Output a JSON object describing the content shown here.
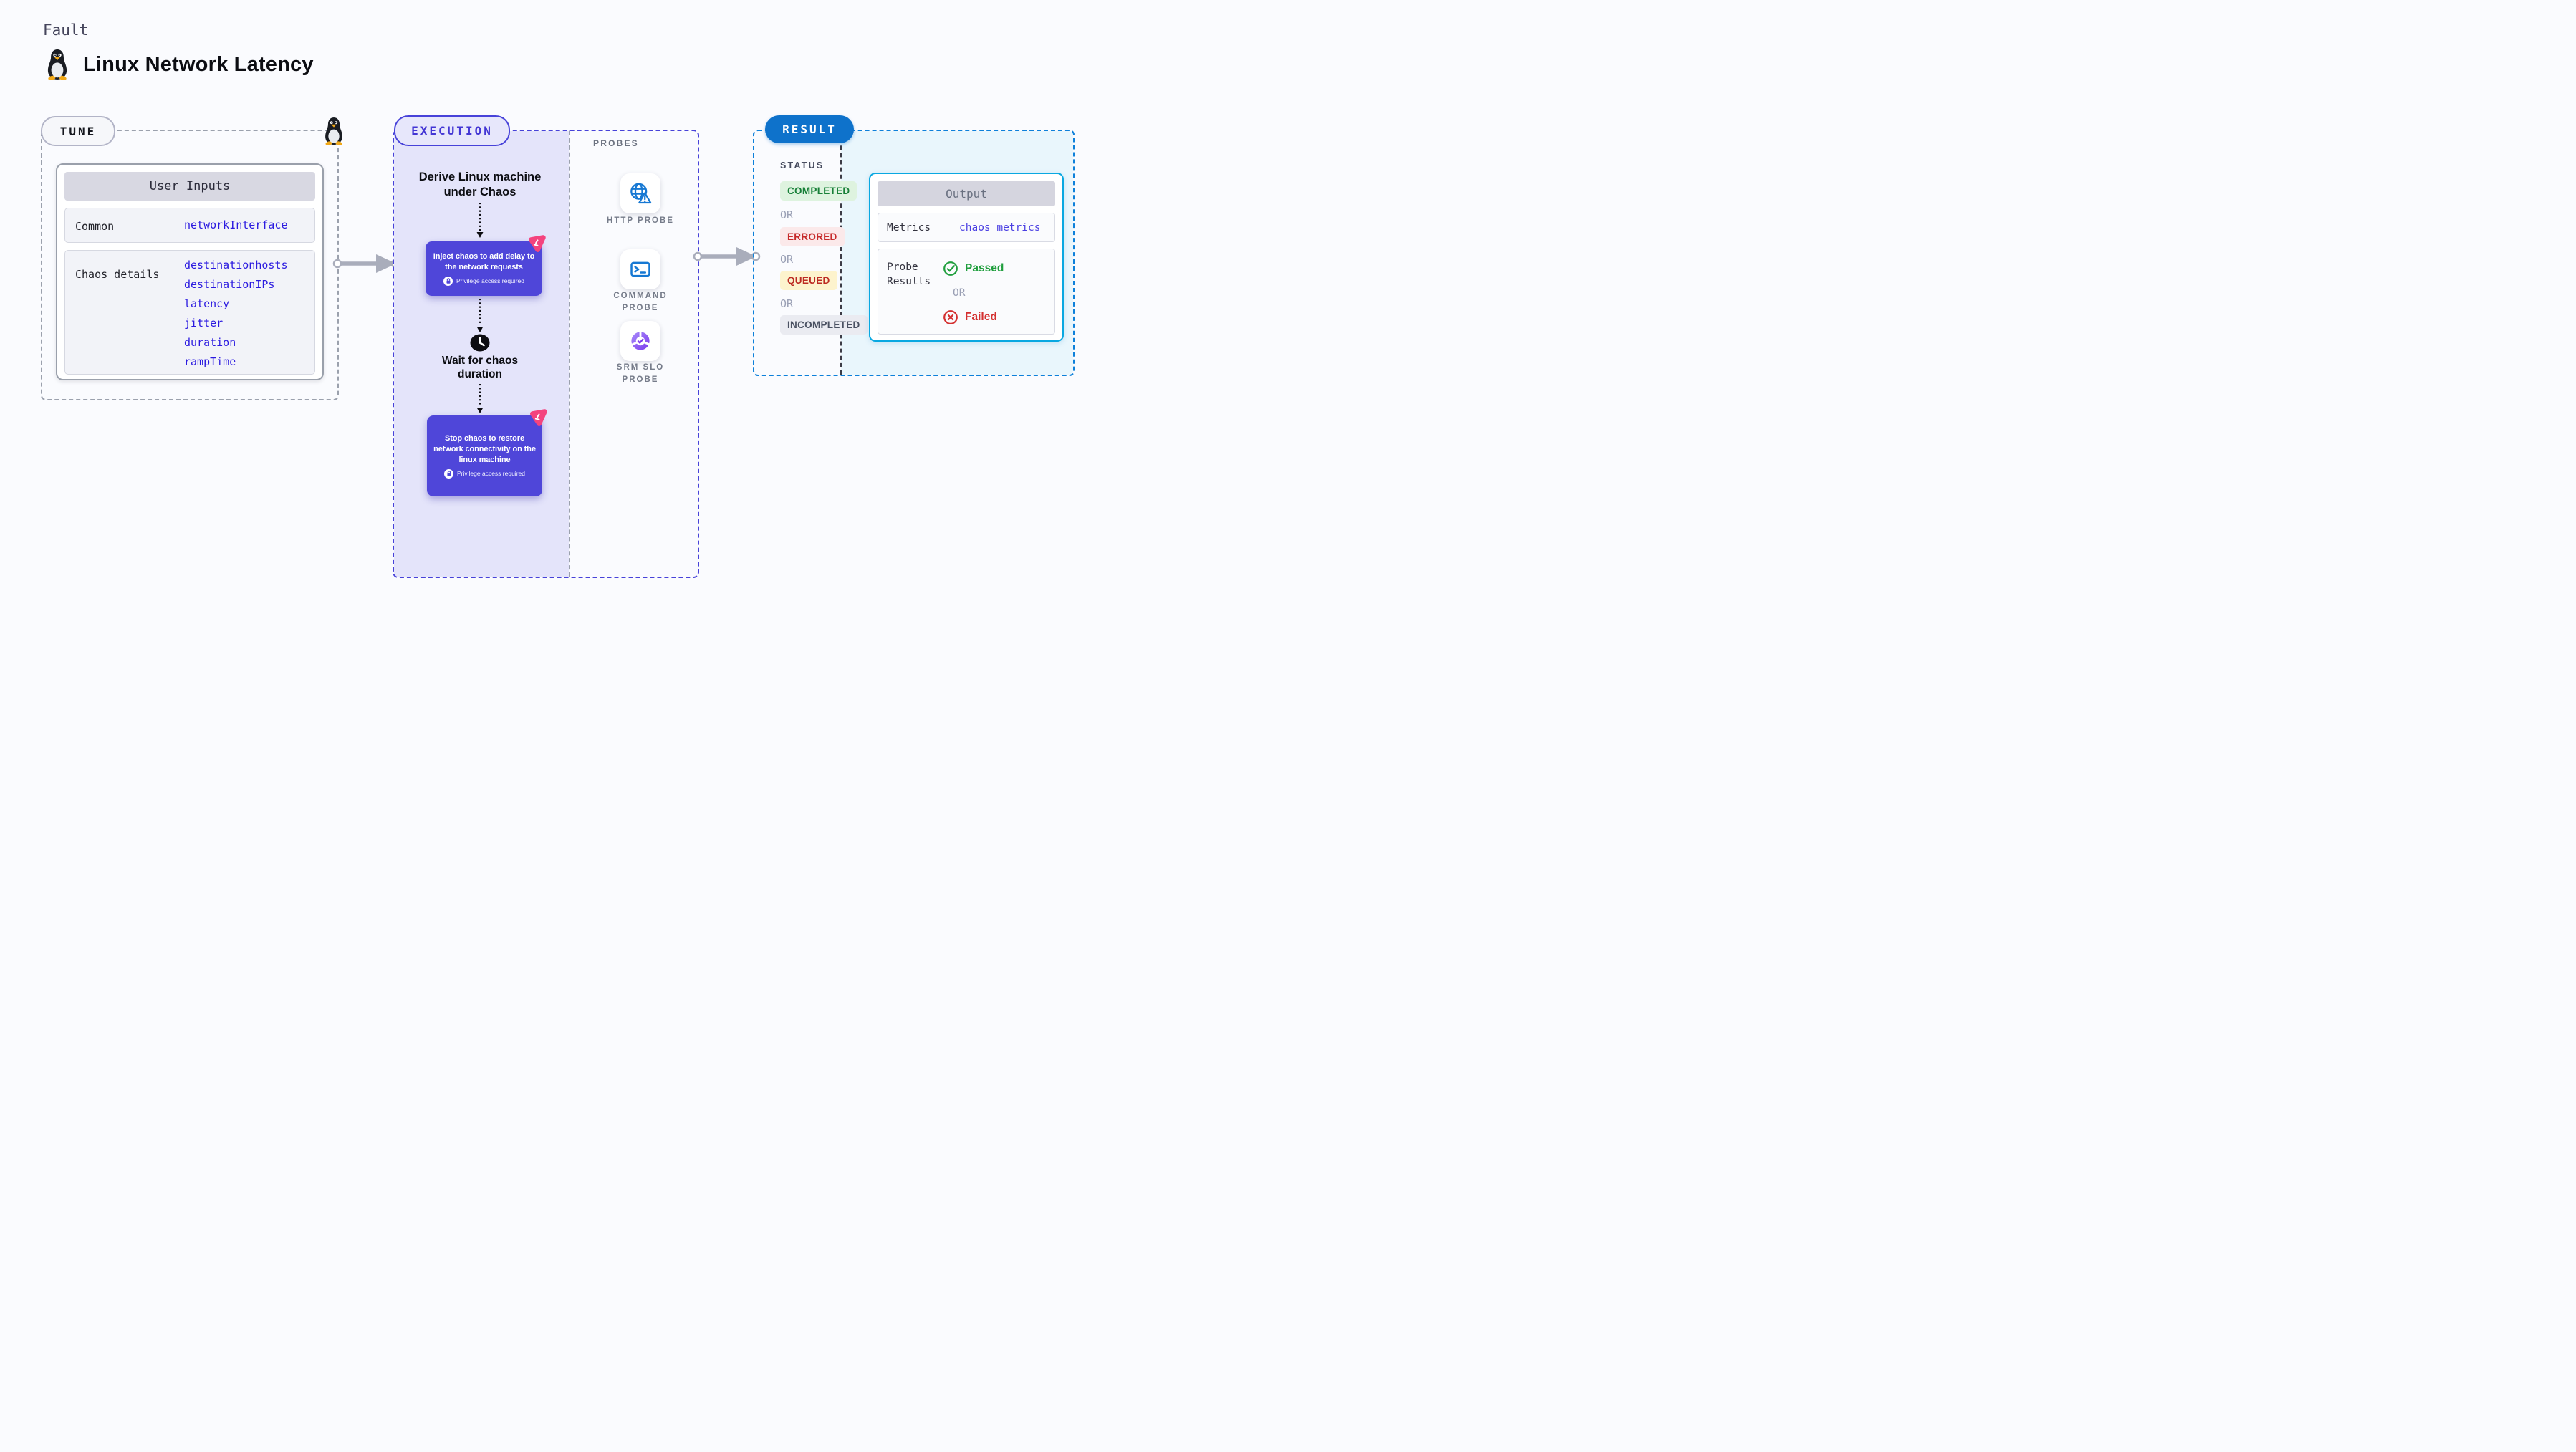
{
  "header": {
    "kicker": "Fault",
    "title": "Linux Network Latency"
  },
  "tune": {
    "pill": "TUNE",
    "card": {
      "header": "User Inputs",
      "rows": [
        {
          "label": "Common",
          "values": [
            "networkInterface"
          ]
        },
        {
          "label": "Chaos details",
          "values": [
            "destinationhosts",
            "destinationIPs",
            "latency",
            "jitter",
            "duration",
            "rampTime"
          ]
        }
      ]
    }
  },
  "execution": {
    "pill": "EXECUTION",
    "derive_step": "Derive Linux machine under Chaos",
    "inject_step": "Inject chaos to add delay to the network requests",
    "wait_step": "Wait for chaos duration",
    "stop_step": "Stop chaos to restore network connectivity on the linux machine",
    "privilege_note": "Privilege access required"
  },
  "probes": {
    "label": "PROBES",
    "items": [
      {
        "icon": "globe-alert-icon",
        "lines": [
          "HTTP PROBE"
        ]
      },
      {
        "icon": "terminal-icon",
        "lines": [
          "COMMAND",
          "PROBE"
        ]
      },
      {
        "icon": "slo-donut-check-icon",
        "lines": [
          "SRM SLO",
          "PROBE"
        ]
      }
    ]
  },
  "result": {
    "pill": "RESULT",
    "status_label": "STATUS",
    "or_label": "OR",
    "statuses": [
      {
        "label": "COMPLETED"
      },
      {
        "label": "ERRORED"
      },
      {
        "label": "QUEUED"
      },
      {
        "label": "INCOMPLETED"
      }
    ],
    "output": {
      "header": "Output",
      "metrics_label": "Metrics",
      "metrics_value": "chaos metrics",
      "probe_results_label": "Probe Results",
      "passed_label": "Passed",
      "failed_label": "Failed"
    }
  },
  "colors": {
    "indigo_accent": "#4742d9",
    "node_fill": "#4f46d9",
    "lavender_fill": "#e4e4fa",
    "result_blue": "#0e72cb",
    "result_border": "#0d80da",
    "output_border": "#09a8e1",
    "output_area_fill": "#e9f6fc",
    "value_blue": "#2b1ae0",
    "passed_green": "#1f9e3d",
    "failed_red": "#d43030",
    "completed_green": "#188038",
    "errored_red": "#c62a2a",
    "queued_red": "#bc2a22",
    "queued_bg": "#fdf3cd",
    "pink_accent": "#f4437e",
    "gray_dash": "#9ba1ad"
  }
}
